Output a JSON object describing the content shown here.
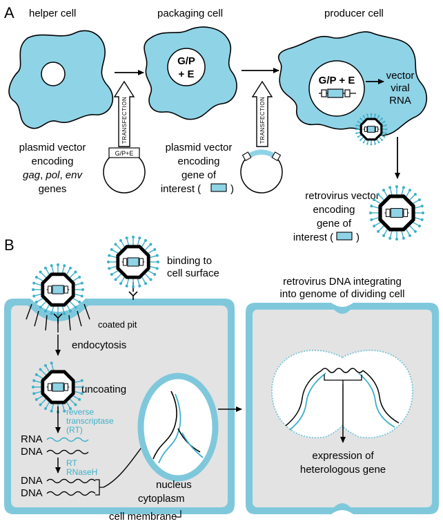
{
  "colors": {
    "cell_fill": "#8fd3e6",
    "cell_stroke": "#000000",
    "membrane": "#7fc8dc",
    "cytoplasm": "#e3e3e3",
    "accent": "#3bb0c9"
  },
  "panel_a": {
    "label": "A",
    "helper_cell": "helper cell",
    "packaging_cell": "packaging cell",
    "producer_cell": "producer cell",
    "transfection_1": "TRANSFECTION",
    "transfection_2": "TRANSFECTION",
    "gpe_nucleus": "G/P",
    "gpe_nucleus_2": "+ E",
    "gpe_producer": "G/P + E",
    "plasmid_gpe": "G/P+E",
    "vector_viral_rna": [
      "vector",
      "viral",
      "RNA"
    ],
    "plasmid_1": [
      "plasmid vector",
      "encoding",
      "genes"
    ],
    "plasmid_1_genes": [
      "gag",
      "pol",
      "env"
    ],
    "plasmid_1_sep": [
      ", ",
      ", "
    ],
    "plasmid_2": [
      "plasmid vector",
      "encoding",
      "gene of",
      "interest (",
      ")"
    ],
    "retrovirus": [
      "retrovirus vector",
      "encoding",
      "gene of",
      "interest (",
      ")"
    ]
  },
  "panel_b": {
    "label": "B",
    "binding": [
      "binding  to",
      "cell surface"
    ],
    "coated_pit": "coated pit",
    "endocytosis": "endocytosis",
    "uncoating": "uncoating",
    "reverse_transcriptase": [
      "reverse",
      "transcriptase",
      "(RT)"
    ],
    "rna": "RNA",
    "dna": "DNA",
    "rt_rnaseh": [
      "RT",
      "RNaseH"
    ],
    "dna2a": "DNA",
    "dna2b": "DNA",
    "nucleus": "nucleus",
    "cytoplasm": "cytoplasm",
    "cell_membrane": "cell membrane",
    "integrating": [
      "retrovirus DNA integrating",
      "into genome of dividing cell"
    ],
    "expression": [
      "expression of",
      "heterologous gene"
    ]
  }
}
